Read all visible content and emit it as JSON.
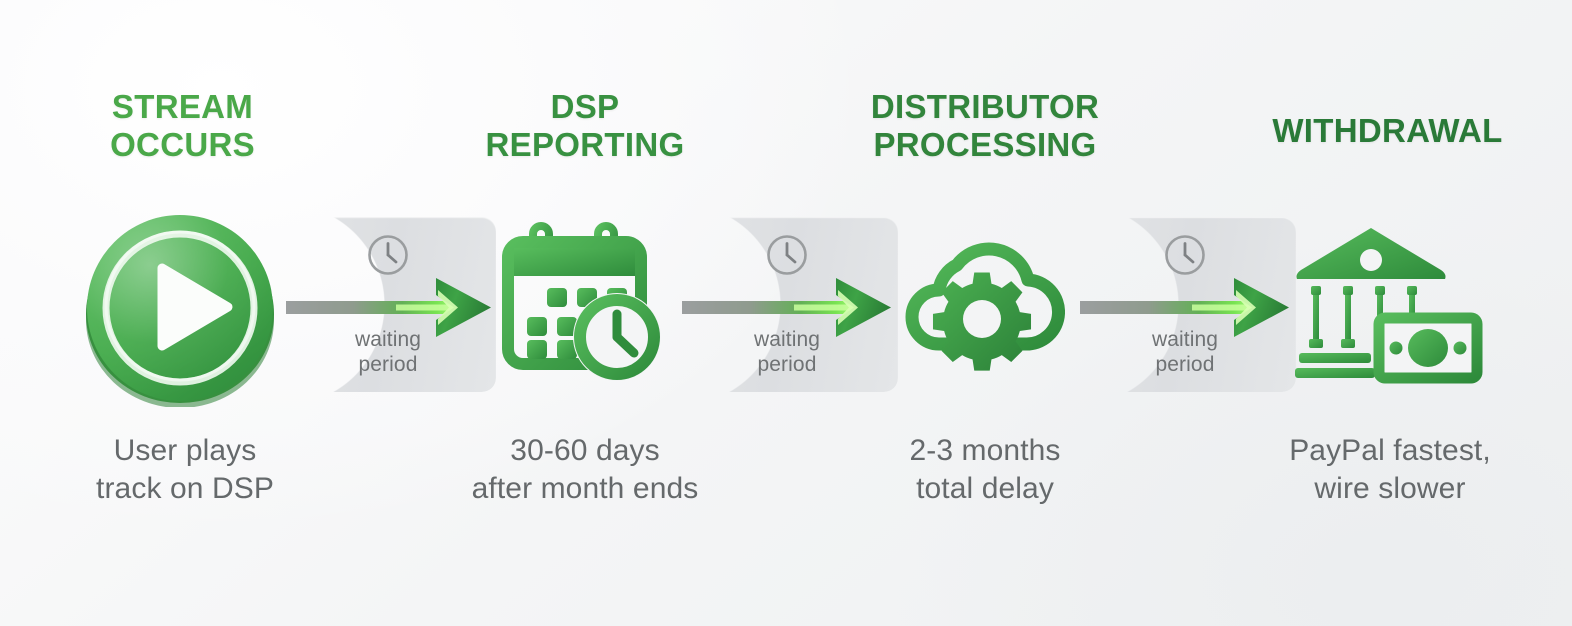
{
  "diagram": {
    "type": "process-flow",
    "orientation": "horizontal",
    "background_color": "#f2f3f4",
    "steps": [
      {
        "title": "STREAM\nOCCURS",
        "title_color": "#4aa849",
        "icon": "play-button-icon",
        "caption": "User plays\ntrack on DSP"
      },
      {
        "title": "DSP\nREPORTING",
        "title_color": "#389141",
        "icon": "calendar-clock-icon",
        "caption": "30-60 days\nafter month ends"
      },
      {
        "title": "DISTRIBUTOR\nPROCESSING",
        "title_color": "#32853c",
        "icon": "cloud-gear-icon",
        "caption": "2-3 months\ntotal delay"
      },
      {
        "title": "WITHDRAWAL",
        "title_color": "#2a7a38",
        "icon": "bank-money-icon",
        "caption": "PayPal fastest,\nwire slower"
      }
    ],
    "connectors": [
      {
        "icon": "clock-icon",
        "label": "waiting\nperiod",
        "arrow": "arrow-right-icon"
      },
      {
        "icon": "clock-icon",
        "label": "waiting\nperiod",
        "arrow": "arrow-right-icon"
      },
      {
        "icon": "clock-icon",
        "label": "waiting\nperiod",
        "arrow": "arrow-right-icon"
      }
    ],
    "palette": {
      "green_light": "#5cb85c",
      "green_mid": "#3d9e45",
      "green_dark": "#2a7a38",
      "arrow_glow": "#8cf05a",
      "band_gray": "#e0e2e5",
      "text_gray": "#65696b",
      "label_gray": "#6f7274"
    }
  }
}
